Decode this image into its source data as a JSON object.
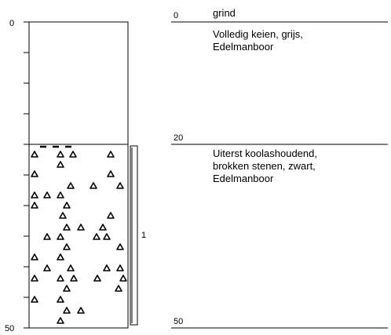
{
  "depth_axis": {
    "top": "0",
    "bottom": "50"
  },
  "layers": [
    {
      "from_depth": "0",
      "code": "grind",
      "description": [
        "Volledig keien, grijs,",
        "Edelmanboor"
      ],
      "pattern": "none"
    },
    {
      "from_depth": "20",
      "code": "",
      "description": [
        "Uiterst koolashoudend,",
        "brokken stenen, zwart,",
        "Edelmanboor"
      ],
      "pattern": "triangles"
    }
  ],
  "bottom_depth": "50",
  "sample_bar": {
    "label": "1",
    "from_depth": 20,
    "to_depth": 50
  },
  "colors": {
    "line": "#000000",
    "background": "#ffffff"
  }
}
